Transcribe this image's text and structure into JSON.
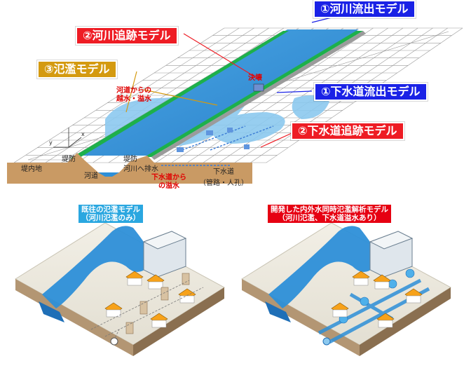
{
  "labels": {
    "river_outflow": "①河川流出モデル",
    "river_tracking": "②河川追跡モデル",
    "flood_model": "③氾濫モデル",
    "overflow_from_river": "河道からの\n越水・溢水",
    "breach": "決壊",
    "sewer_outflow": "①下水道流出モデル",
    "sewer_tracking": "②下水道追跡モデル",
    "inland": "堤内地",
    "levee_left": "堤防",
    "levee_right": "堤防",
    "channel": "河道",
    "drain_to_river": "河川へ排水",
    "overflow_from_sewer": "下水道から\nの溢水",
    "sewer": "下水道",
    "sewer_detail": "（管路・人孔）",
    "axis_x": "x",
    "axis_y": "y"
  },
  "captions": {
    "left_line1": "既往の氾濫モデル",
    "left_line2": "（河川氾濫のみ）",
    "right_line1": "開発した内外水同時氾濫解析モデル",
    "right_line2": "（河川氾濫、下水道溢水あり）"
  },
  "colors": {
    "red_label": "#ee1c24",
    "blue_label": "#1a22e6",
    "gold_label": "#d49a10",
    "river": "#2d8fd8",
    "flood_water": "#8cc9ef",
    "levee_green": "#1db04b",
    "ground_brown": "#c99a64"
  }
}
